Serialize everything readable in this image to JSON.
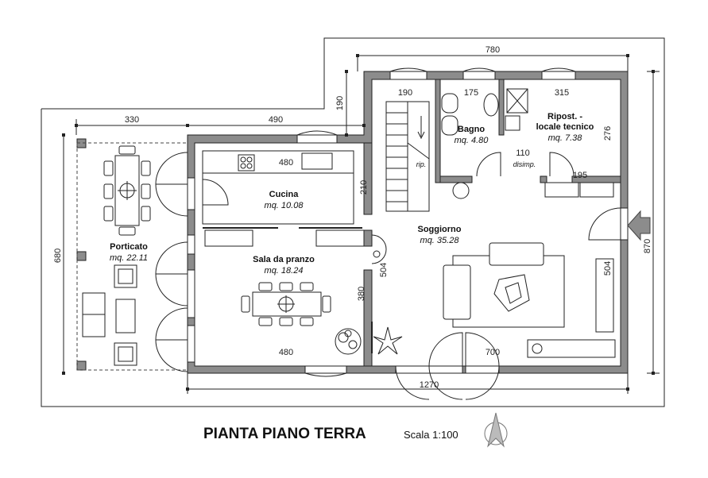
{
  "title": {
    "main": "PIANTA PIANO TERRA",
    "scale": "Scala 1:100"
  },
  "rooms": {
    "porticato": {
      "name": "Porticato",
      "area": "mq. 22.11"
    },
    "cucina": {
      "name": "Cucina",
      "area": "mq. 10.08"
    },
    "sala": {
      "name": "Sala da pranzo",
      "area": "mq. 18.24"
    },
    "soggiorno": {
      "name": "Soggiorno",
      "area": "mq. 35.28"
    },
    "bagno": {
      "name": "Bagno",
      "area": "mq. 4.80"
    },
    "ripostiglio": {
      "name_line1": "Ripost. -",
      "name_line2": "locale tecnico",
      "area": "mq. 7.38"
    },
    "disimpegno": {
      "name": "disimp."
    },
    "stair": {
      "label": "rip."
    }
  },
  "dimensions": {
    "top_total": "780",
    "left_porch": "330",
    "left_main": "490",
    "step_height": "190",
    "stair_width": "190",
    "bath_width": "175",
    "storage_width": "315",
    "storage_height": "276",
    "disimp_width": "110",
    "disimp_right": "195",
    "kitchen_top": "480",
    "kitchen_height": "210",
    "left_height": "680",
    "right_height": "870",
    "wall_504_left": "504",
    "wall_504_right": "504",
    "dining_height": "380",
    "dining_bottom": "480",
    "living_bottom": "700",
    "bottom_total": "1270"
  },
  "colors": {
    "wall": "#8c8c8c",
    "line": "#222222"
  }
}
